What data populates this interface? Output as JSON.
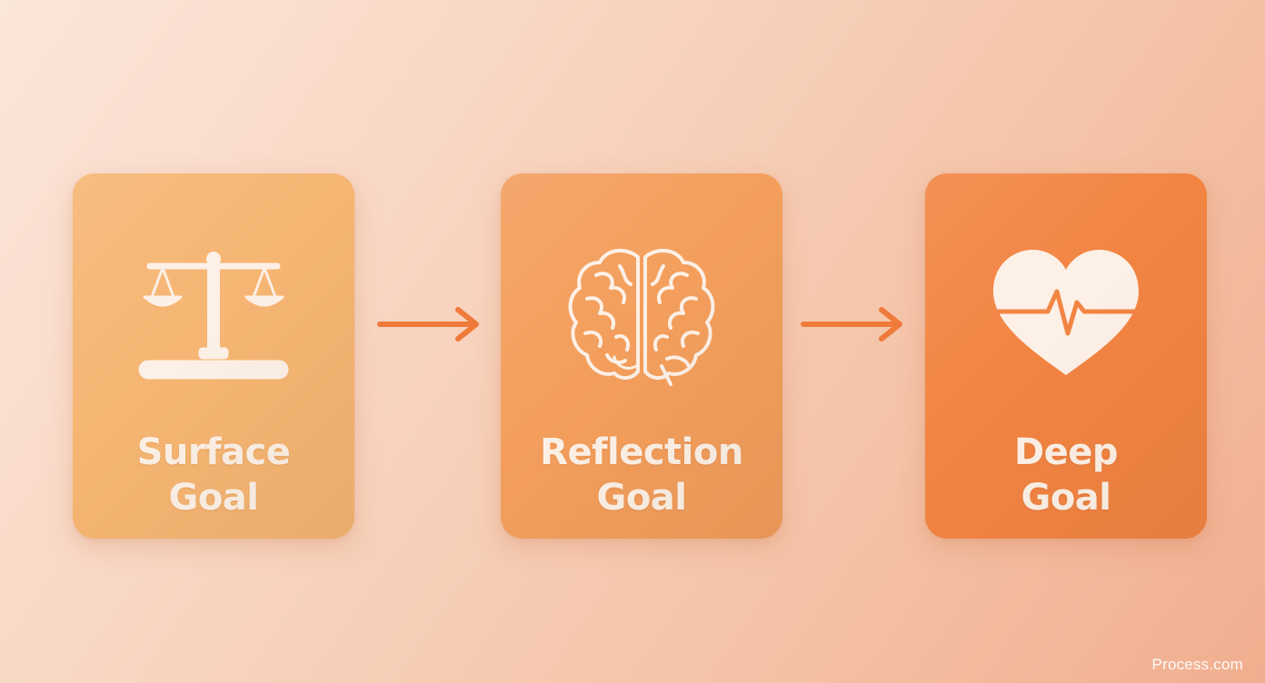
{
  "steps": [
    {
      "line1": "Surface",
      "line2": "Goal",
      "icon": "scale-icon",
      "color": "#f6b572"
    },
    {
      "line1": "Reflection",
      "line2": "Goal",
      "icon": "brain-icon",
      "color": "#f39e5c"
    },
    {
      "line1": "Deep",
      "line2": "Goal",
      "icon": "heart-pulse-icon",
      "color": "#f28442"
    }
  ],
  "arrows": {
    "color": "#ef7a3a",
    "icon": "arrow-right-icon"
  },
  "icon_color": "#fdf0e6",
  "watermark": "Process.com"
}
